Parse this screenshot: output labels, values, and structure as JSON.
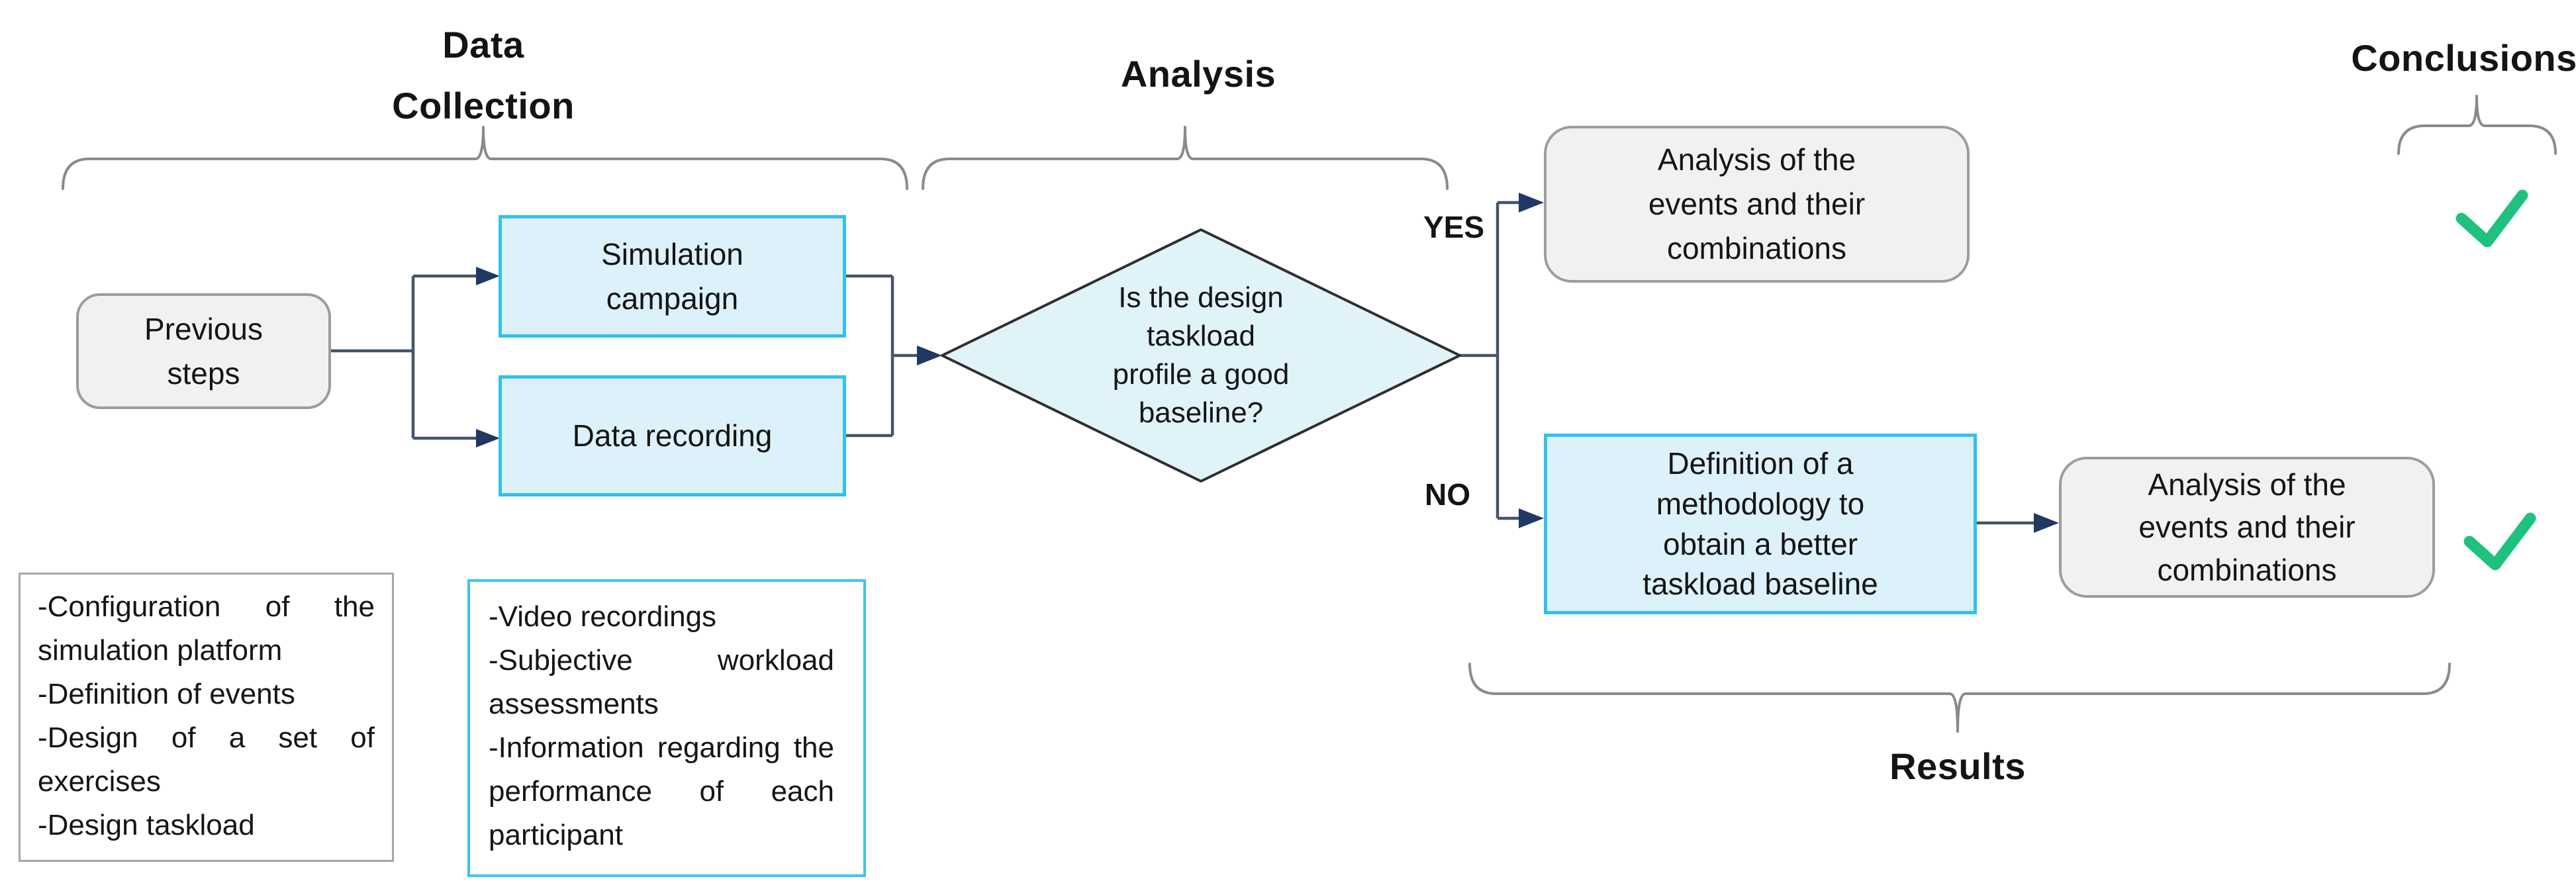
{
  "sections": {
    "data_collection": {
      "label_lines": [
        "Data",
        "Collection"
      ]
    },
    "analysis": {
      "label": "Analysis"
    },
    "conclusions": {
      "label": "Conclusions"
    },
    "results": {
      "label": "Results"
    }
  },
  "nodes": {
    "previous_steps": {
      "lines": [
        "Previous",
        "steps"
      ]
    },
    "simulation_campaign": {
      "lines": [
        "Simulation",
        "campaign"
      ]
    },
    "data_recording": {
      "lines": [
        "Data recording"
      ]
    },
    "decision": {
      "lines": [
        "Is the design",
        "taskload",
        "profile a good",
        "baseline?"
      ]
    },
    "analysis_events_yes": {
      "lines": [
        "Analysis of the",
        "events and their",
        "combinations"
      ]
    },
    "definition_methodology": {
      "lines": [
        "Definition of a",
        "methodology to",
        "obtain a better",
        "taskload baseline"
      ]
    },
    "analysis_events_no": {
      "lines": [
        "Analysis of the",
        "events and their",
        "combinations"
      ]
    }
  },
  "branch_labels": {
    "yes": "YES",
    "no": "NO"
  },
  "notes": {
    "data_collection_details": {
      "items": [
        "-Configuration of the simulation platform",
        "-Definition of events",
        "-Design of a set of exercises",
        "-Design taskload"
      ]
    },
    "recording_details": {
      "items": [
        "-Video recordings",
        "-Subjective workload assessments",
        "-Information regarding the performance of each participant"
      ]
    }
  },
  "icons": {
    "conclusion_check_top": "check-icon",
    "conclusion_check_bottom": "check-icon"
  },
  "colors": {
    "node_blue_fill": "#DCF1FA",
    "node_blue_border": "#31C1EF",
    "node_grey_fill": "#F1F1F1",
    "node_grey_border": "#9C9C9C",
    "diamond_fill": "#DFF3F9",
    "diamond_border": "#2F2F2F",
    "connector_line": "#44546A",
    "connector_arrowhead": "#1F3864",
    "brace_grey": "#8A8A8A",
    "check_green": "#1EC27E",
    "text": "#151515"
  }
}
